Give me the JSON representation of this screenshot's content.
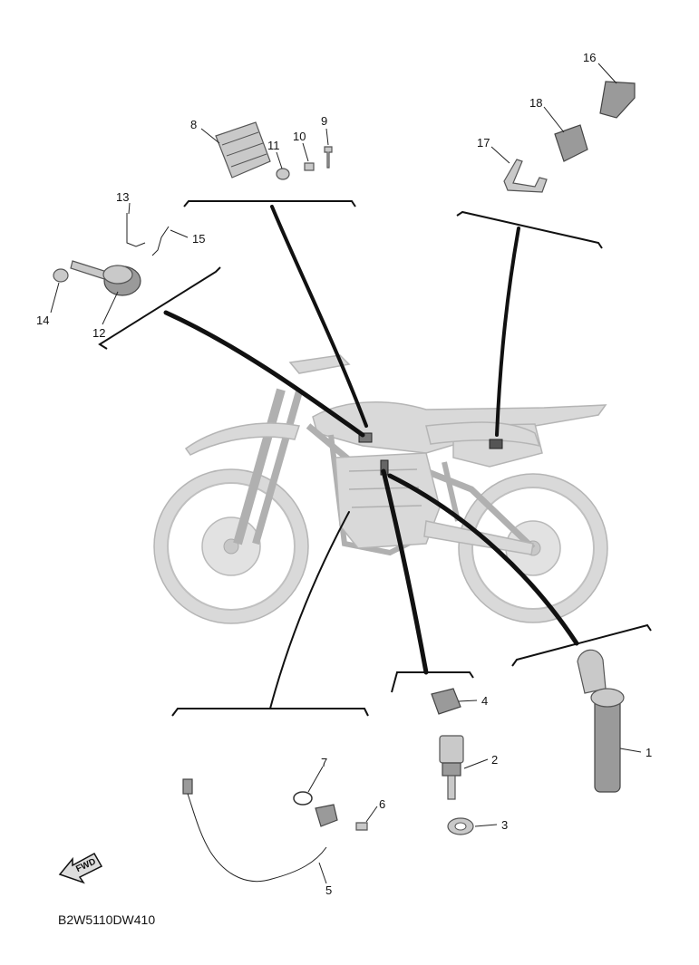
{
  "diagram_code": "B2W5110DW410",
  "fwd_label": "FWD",
  "callouts": {
    "c1": "1",
    "c2": "2",
    "c3": "3",
    "c4": "4",
    "c5": "5",
    "c6": "6",
    "c7": "7",
    "c8": "8",
    "c9": "9",
    "c10": "10",
    "c11": "11",
    "c12": "12",
    "c13": "13",
    "c14": "14",
    "c15": "15",
    "c16": "16",
    "c17": "17",
    "c18": "18"
  }
}
